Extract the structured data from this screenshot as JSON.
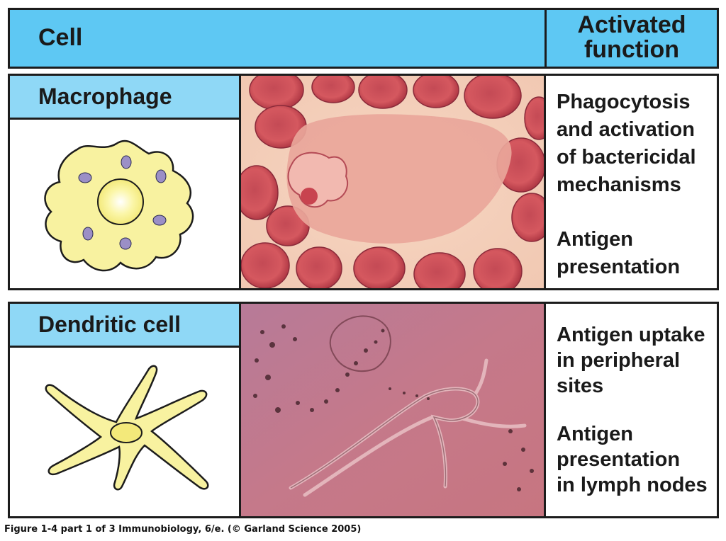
{
  "header": {
    "cell_label": "Cell",
    "function_label_line1": "Activated",
    "function_label_line2": "function"
  },
  "rows": [
    {
      "name": "Macrophage",
      "functions": [
        [
          "Phagocytosis",
          "and activation",
          "of bactericidal",
          "mechanisms"
        ],
        [
          "Antigen",
          "presentation"
        ]
      ]
    },
    {
      "name": "Dendritic cell",
      "functions": [
        [
          "Antigen uptake",
          "in peripheral",
          "sites"
        ],
        [
          "Antigen",
          "presentation",
          "in lymph nodes"
        ]
      ]
    }
  ],
  "caption": "Figure 1-4 part 1 of 3  Immunobiology, 6/e. (© Garland Science 2005)",
  "colors": {
    "header_blue": "#5ec8f3",
    "label_blue": "#8fd8f6",
    "cell_yellow": "#f8f2a0",
    "nucleus_purple": "#9b8fc6"
  }
}
